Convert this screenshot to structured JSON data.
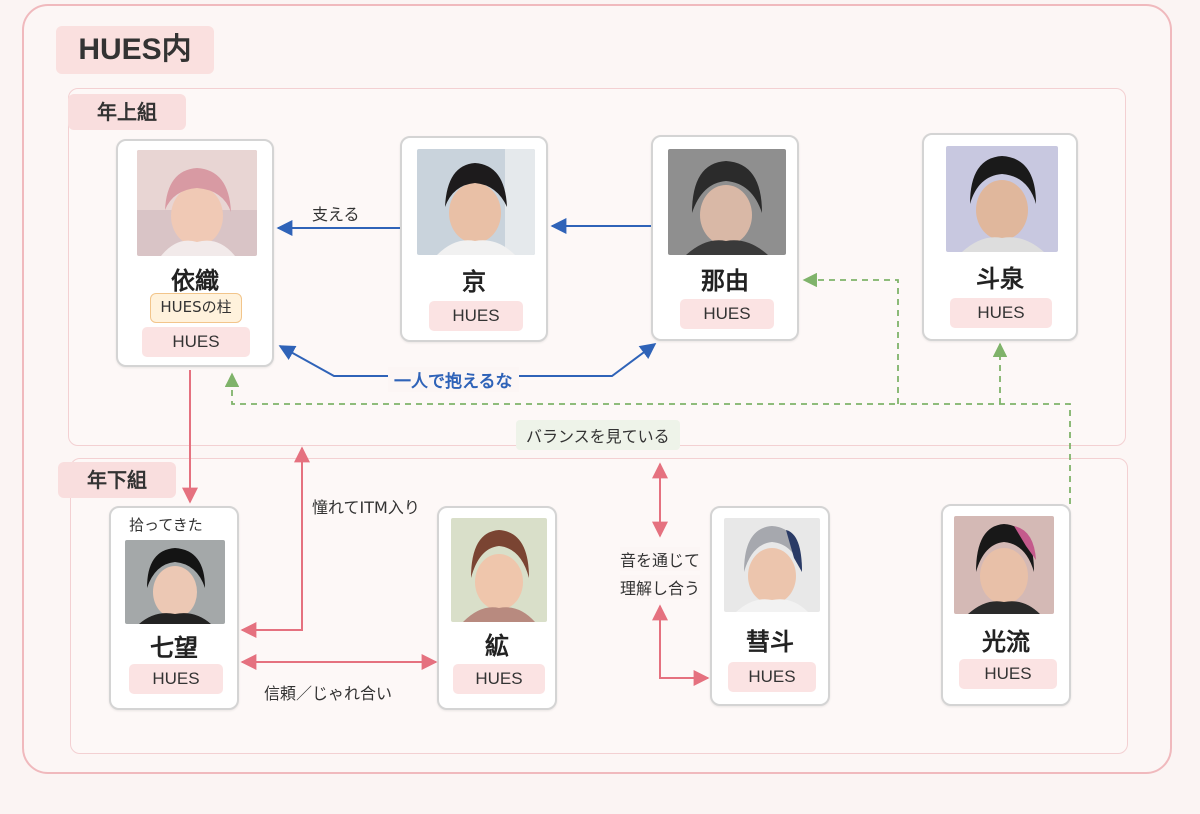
{
  "title": "HUES内",
  "groups": {
    "senior": "年上組",
    "junior": "年下組"
  },
  "members": {
    "iori": {
      "name": "依織",
      "badge": "HUES",
      "role": "HUESの柱"
    },
    "kyo": {
      "name": "京",
      "badge": "HUES"
    },
    "nayu": {
      "name": "那由",
      "badge": "HUES"
    },
    "tosen": {
      "name": "斗泉",
      "badge": "HUES"
    },
    "nanami": {
      "name": "七望",
      "badge": "HUES",
      "note": "拾ってきた"
    },
    "gen": {
      "name": "絋",
      "badge": "HUES"
    },
    "keito": {
      "name": "彗斗",
      "badge": "HUES"
    },
    "koryu": {
      "name": "光流",
      "badge": "HUES"
    }
  },
  "relations": {
    "support": "支える",
    "dont_carry_alone": "一人で抱えるな",
    "watching_balance": "バランスを見ている",
    "admire_join": "憧れてITM入り",
    "trust_banter": "信頼／じゃれ合い",
    "through_sound_line1": "音を通じて",
    "through_sound_line2": "理解し合う"
  },
  "colors": {
    "blue_arrow": "#2f63b8",
    "pink_arrow": "#e5717f",
    "green_dashed": "#7fb36a"
  }
}
